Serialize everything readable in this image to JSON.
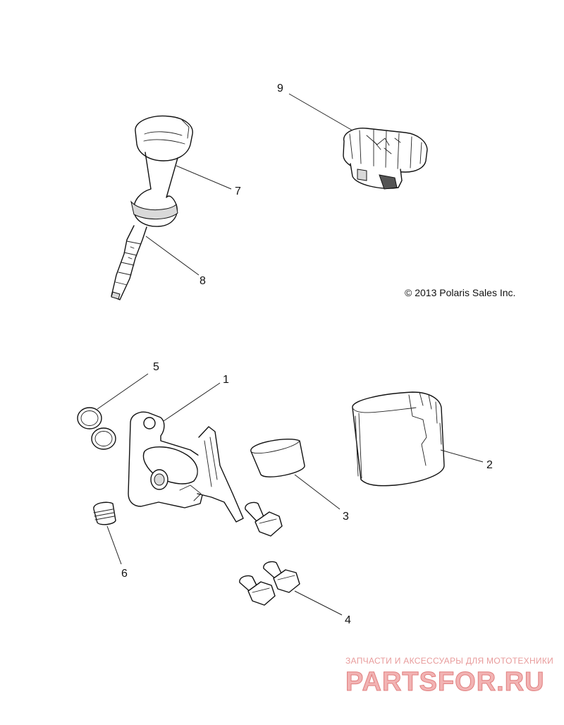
{
  "copyright": "© 2013 Polaris Sales Inc.",
  "watermark": {
    "tagline": "ЗАПЧАСТИ И АКСЕССУАРЫ ДЛЯ МОТОТЕХНИКИ",
    "logo_text": "PARTSFOR.RU",
    "color": "#e07f7f"
  },
  "callouts": [
    {
      "label": "1"
    },
    {
      "label": "2"
    },
    {
      "label": "3"
    },
    {
      "label": "4"
    },
    {
      "label": "5"
    },
    {
      "label": "6"
    },
    {
      "label": "7"
    },
    {
      "label": "8"
    },
    {
      "label": "9"
    }
  ]
}
